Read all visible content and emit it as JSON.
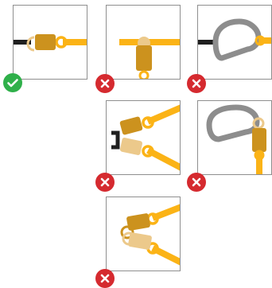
{
  "colors": {
    "correct": "#2fb04a",
    "incorrect": "#d52a2f",
    "frame": "#8f8f8f",
    "lanyard": "#fbb316",
    "hook_dark": "#cc921e",
    "hook_light": "#ecc98b",
    "carabiner": "#8d8d8d",
    "anchor": "#1f1f1f"
  },
  "panels": [
    {
      "id": "single-hook-to-anchor",
      "status": "correct",
      "badge_icon": "check-icon"
    },
    {
      "id": "hook-on-lanyard",
      "status": "incorrect",
      "badge_icon": "x-icon"
    },
    {
      "id": "large-carabiner-to-anchor",
      "status": "incorrect",
      "badge_icon": "x-icon"
    },
    {
      "id": "two-hooks-to-anchor",
      "status": "incorrect",
      "badge_icon": "x-icon"
    },
    {
      "id": "carabiner-to-hook",
      "status": "incorrect",
      "badge_icon": "x-icon"
    },
    {
      "id": "two-hooks-to-each-other",
      "status": "incorrect",
      "badge_icon": "x-icon"
    }
  ]
}
